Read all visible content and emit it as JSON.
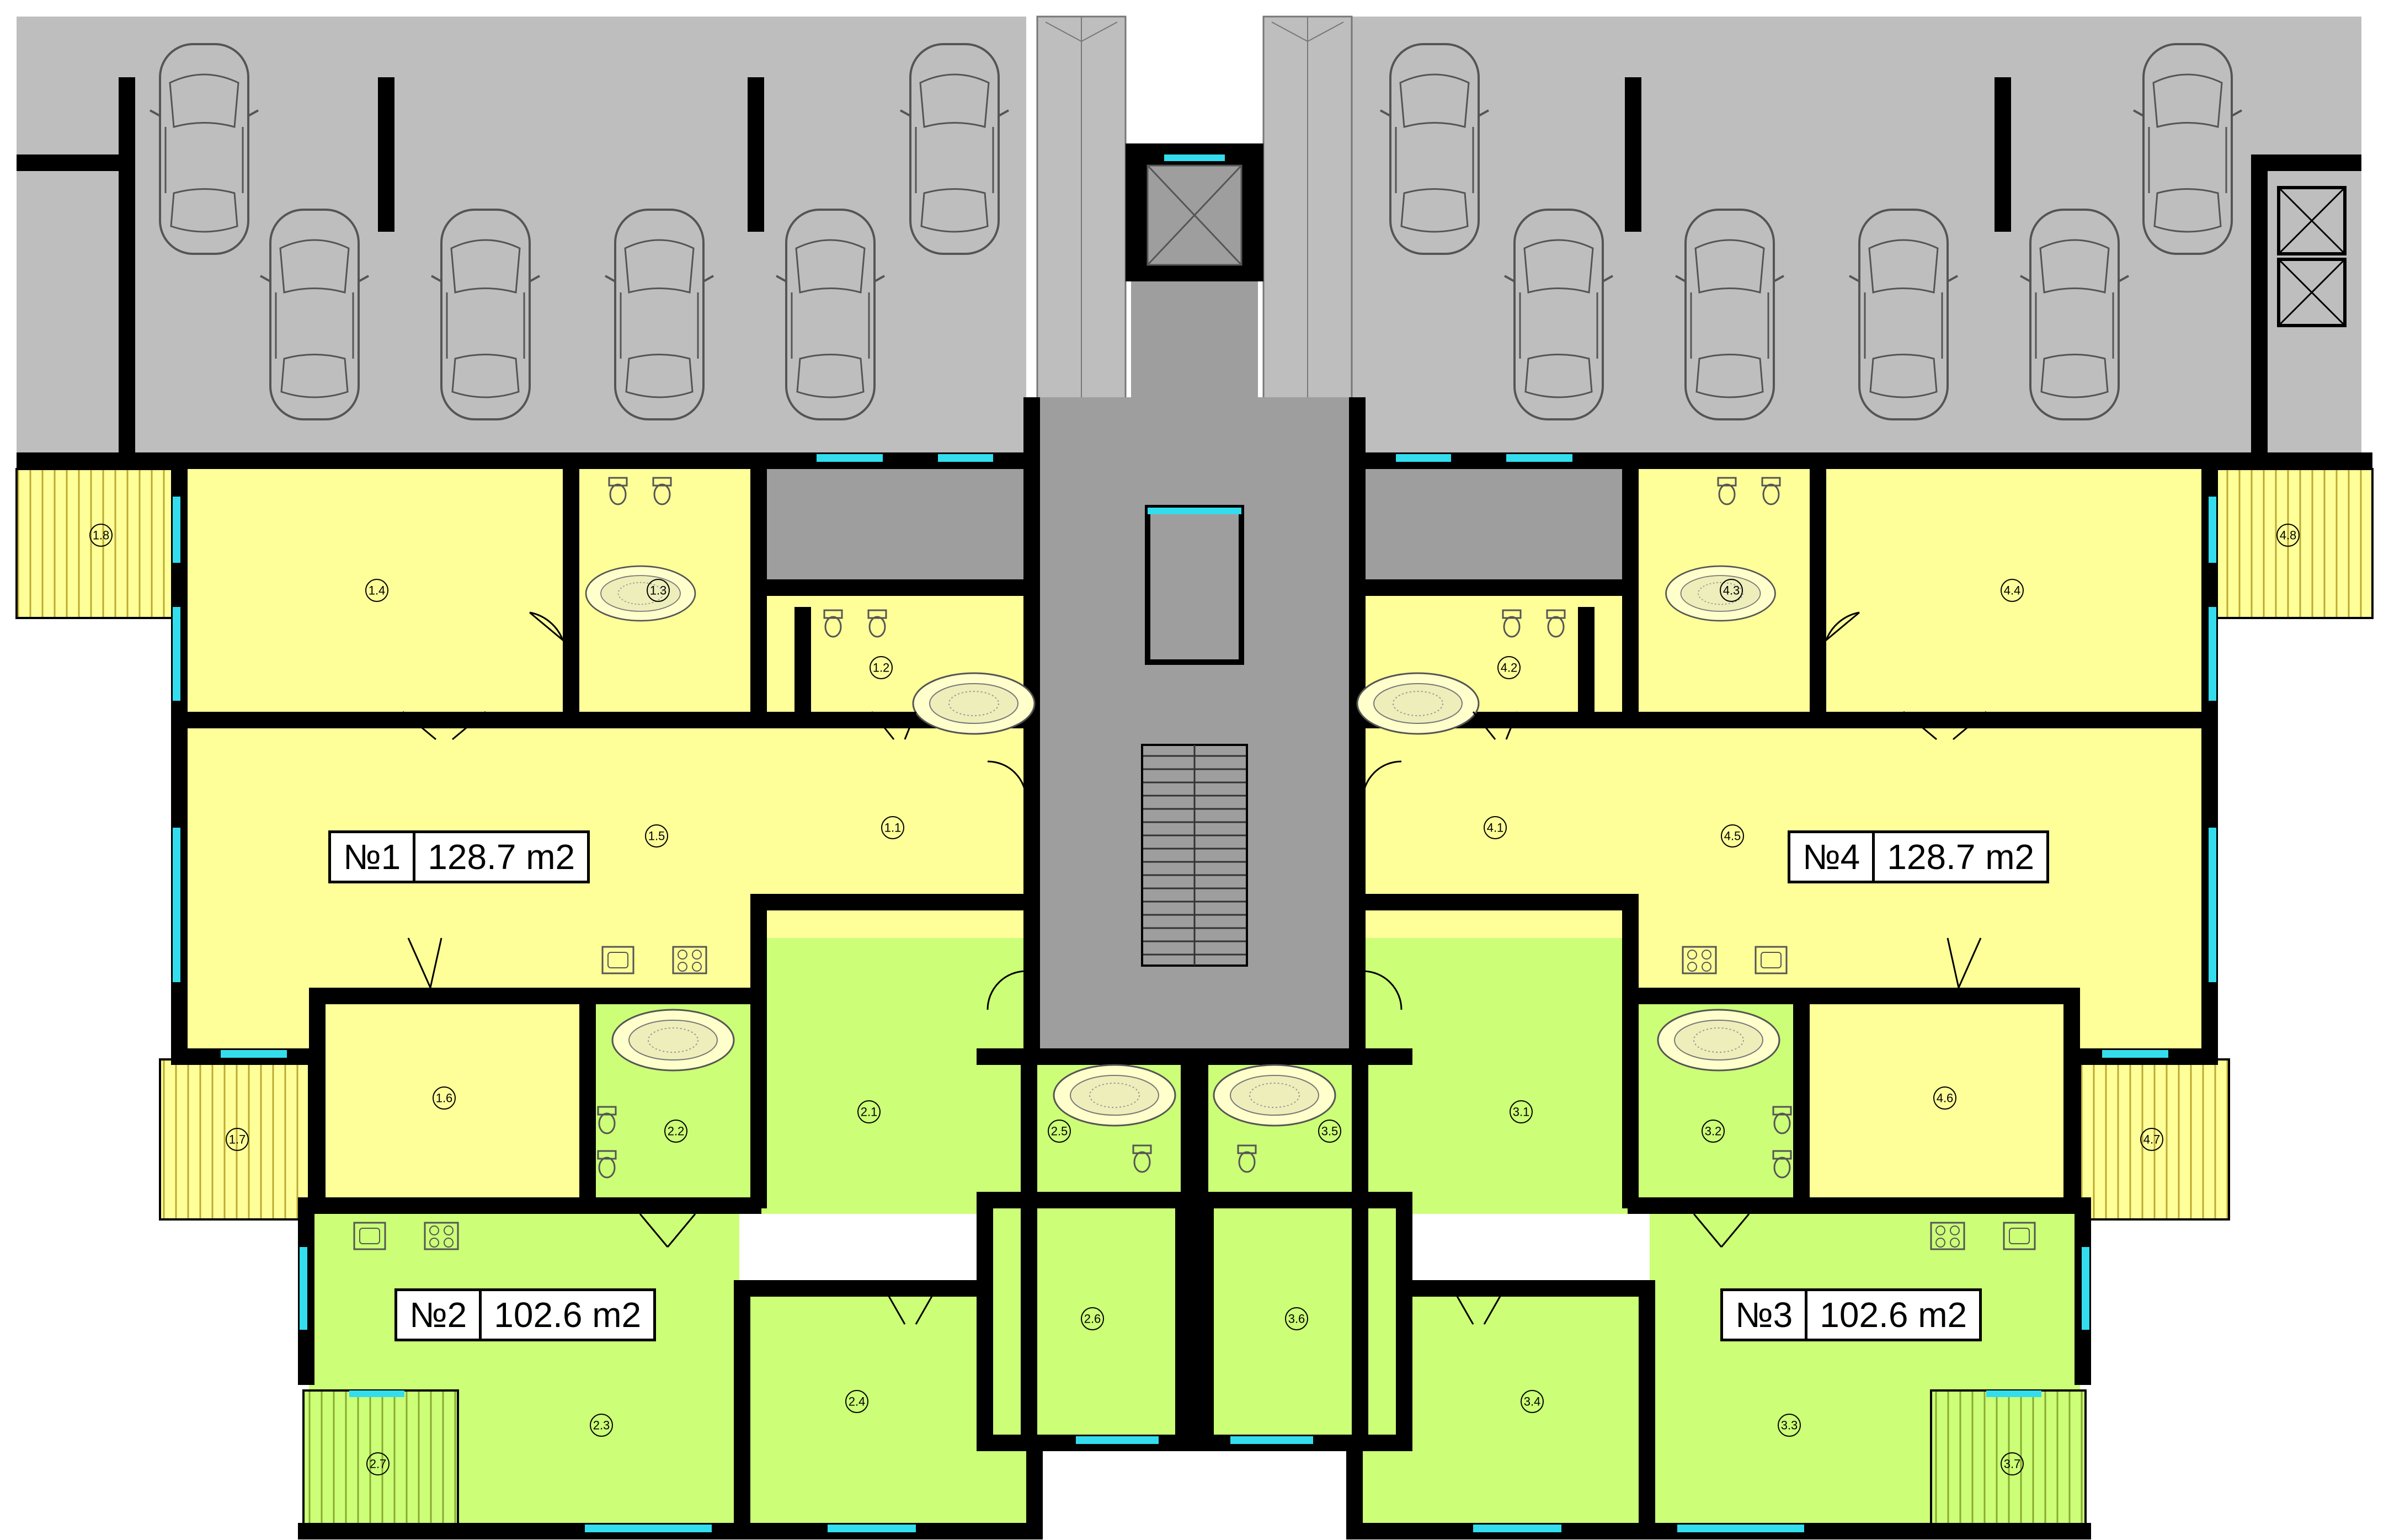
{
  "apartments": [
    {
      "number": "№1",
      "area": "128.7 m2"
    },
    {
      "number": "№2",
      "area": "102.6 m2"
    },
    {
      "number": "№3",
      "area": "102.6 m2"
    },
    {
      "number": "№4",
      "area": "128.7 m2"
    }
  ],
  "rooms": {
    "r1_1": "1.1",
    "r1_2": "1.2",
    "r1_3": "1.3",
    "r1_4": "1.4",
    "r1_5": "1.5",
    "r1_6": "1.6",
    "r1_7": "1.7",
    "r1_8": "1.8",
    "r2_1": "2.1",
    "r2_2": "2.2",
    "r2_3": "2.3",
    "r2_4": "2.4",
    "r2_5": "2.5",
    "r2_6": "2.6",
    "r2_7": "2.7",
    "r3_1": "3.1",
    "r3_2": "3.2",
    "r3_3": "3.3",
    "r3_4": "3.4",
    "r3_5": "3.5",
    "r3_6": "3.6",
    "r3_7": "3.7",
    "r4_1": "4.1",
    "r4_2": "4.2",
    "r4_3": "4.3",
    "r4_4": "4.4",
    "r4_5": "4.5",
    "r4_6": "4.6",
    "r4_7": "4.7",
    "r4_8": "4.8"
  },
  "colors": {
    "apartment_1_4": "#FFFF99",
    "apartment_2_3": "#CCFF77",
    "common_area": "#9E9E9E",
    "parking": "#BEBEBE",
    "balcony_hatch": "#BBAA33",
    "window": "#33DDEE",
    "wall": "#000000"
  },
  "icons": [
    "car-icon",
    "bathtub-icon",
    "toilet-icon",
    "sink-icon",
    "stove-icon",
    "stairs-icon",
    "elevator-icon",
    "door-swing-icon"
  ]
}
